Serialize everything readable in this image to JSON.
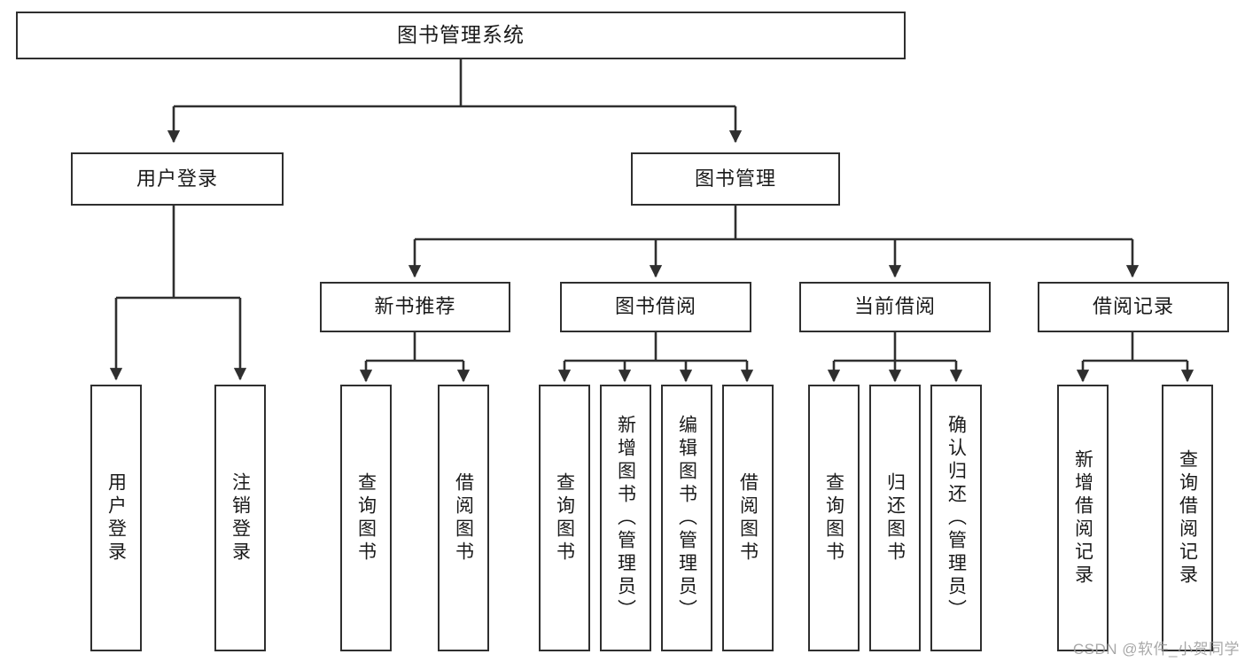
{
  "diagram": {
    "title": "图书管理系统",
    "type": "tree-hierarchy",
    "watermark": "CSDN @软件_小贺同学",
    "colors": {
      "border": "#2f2f2f",
      "background": "#ffffff",
      "text": "#1a1a1a",
      "connector": "#2f2f2f",
      "watermark": "#9a9a9a"
    },
    "nodes": {
      "root": {
        "label": "图书管理系统"
      },
      "level2": [
        {
          "id": "user-login",
          "label": "用户登录"
        },
        {
          "id": "book-management",
          "label": "图书管理"
        }
      ],
      "level3": [
        {
          "id": "new-book-recommendation",
          "label": "新书推荐"
        },
        {
          "id": "book-borrow",
          "label": "图书借阅"
        },
        {
          "id": "current-borrow",
          "label": "当前借阅"
        },
        {
          "id": "borrow-record",
          "label": "借阅记录"
        }
      ],
      "leaves": {
        "user_login": [
          {
            "id": "leaf-user-login",
            "label": "用户登录"
          },
          {
            "id": "leaf-logout",
            "label": "注销登录"
          }
        ],
        "new_book_recommendation": [
          {
            "id": "leaf-query-book-1",
            "label": "查询图书"
          },
          {
            "id": "leaf-borrow-book-1",
            "label": "借阅图书"
          }
        ],
        "book_borrow": [
          {
            "id": "leaf-query-book-2",
            "label": "查询图书"
          },
          {
            "id": "leaf-add-book",
            "label": "新增图书（管理员）"
          },
          {
            "id": "leaf-edit-book",
            "label": "编辑图书（管理员）"
          },
          {
            "id": "leaf-borrow-book-2",
            "label": "借阅图书"
          }
        ],
        "current_borrow": [
          {
            "id": "leaf-query-book-3",
            "label": "查询图书"
          },
          {
            "id": "leaf-return-book",
            "label": "归还图书"
          },
          {
            "id": "leaf-confirm-return",
            "label": "确认归还（管理员）"
          }
        ],
        "borrow_record": [
          {
            "id": "leaf-add-record",
            "label": "新增借阅记录"
          },
          {
            "id": "leaf-query-record",
            "label": "查询借阅记录"
          }
        ]
      }
    }
  }
}
